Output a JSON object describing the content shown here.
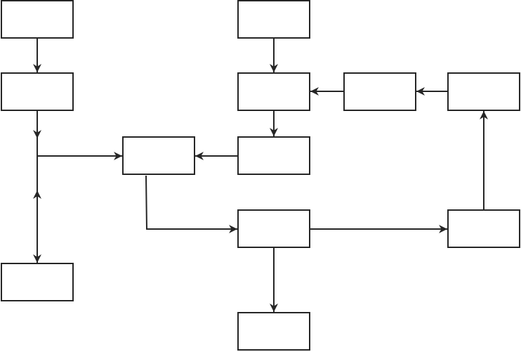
{
  "diagram": {
    "line_color": "#262626",
    "background": "#ffffff",
    "boxes": [
      {
        "id": "box-a",
        "text": ""
      },
      {
        "id": "box-b",
        "text": ""
      },
      {
        "id": "box-c",
        "text": ""
      },
      {
        "id": "box-d",
        "text": ""
      },
      {
        "id": "box-e",
        "text": ""
      },
      {
        "id": "box-f",
        "text": ""
      },
      {
        "id": "box-g",
        "text": ""
      },
      {
        "id": "box-h",
        "text": ""
      },
      {
        "id": "box-i",
        "text": ""
      },
      {
        "id": "box-j",
        "text": ""
      },
      {
        "id": "box-k",
        "text": ""
      },
      {
        "id": "box-l",
        "text": ""
      }
    ],
    "edges": [
      {
        "from": "box-a",
        "to": "box-b"
      },
      {
        "from": "box-b",
        "to": "box-e"
      },
      {
        "from": "box-e",
        "to": "box-c"
      },
      {
        "from": "box-c",
        "to": "box-e",
        "bidirectional": true
      },
      {
        "from": "box-f",
        "to": "box-g"
      },
      {
        "from": "box-h",
        "to": "box-g"
      },
      {
        "from": "box-i",
        "to": "box-h"
      },
      {
        "from": "box-g",
        "to": "box-d"
      },
      {
        "from": "box-d",
        "to": "box-e"
      },
      {
        "from": "box-e",
        "to": "box-j"
      },
      {
        "from": "box-j",
        "to": "box-k"
      },
      {
        "from": "box-j",
        "to": "box-l"
      },
      {
        "from": "box-l",
        "to": "box-i"
      }
    ]
  }
}
